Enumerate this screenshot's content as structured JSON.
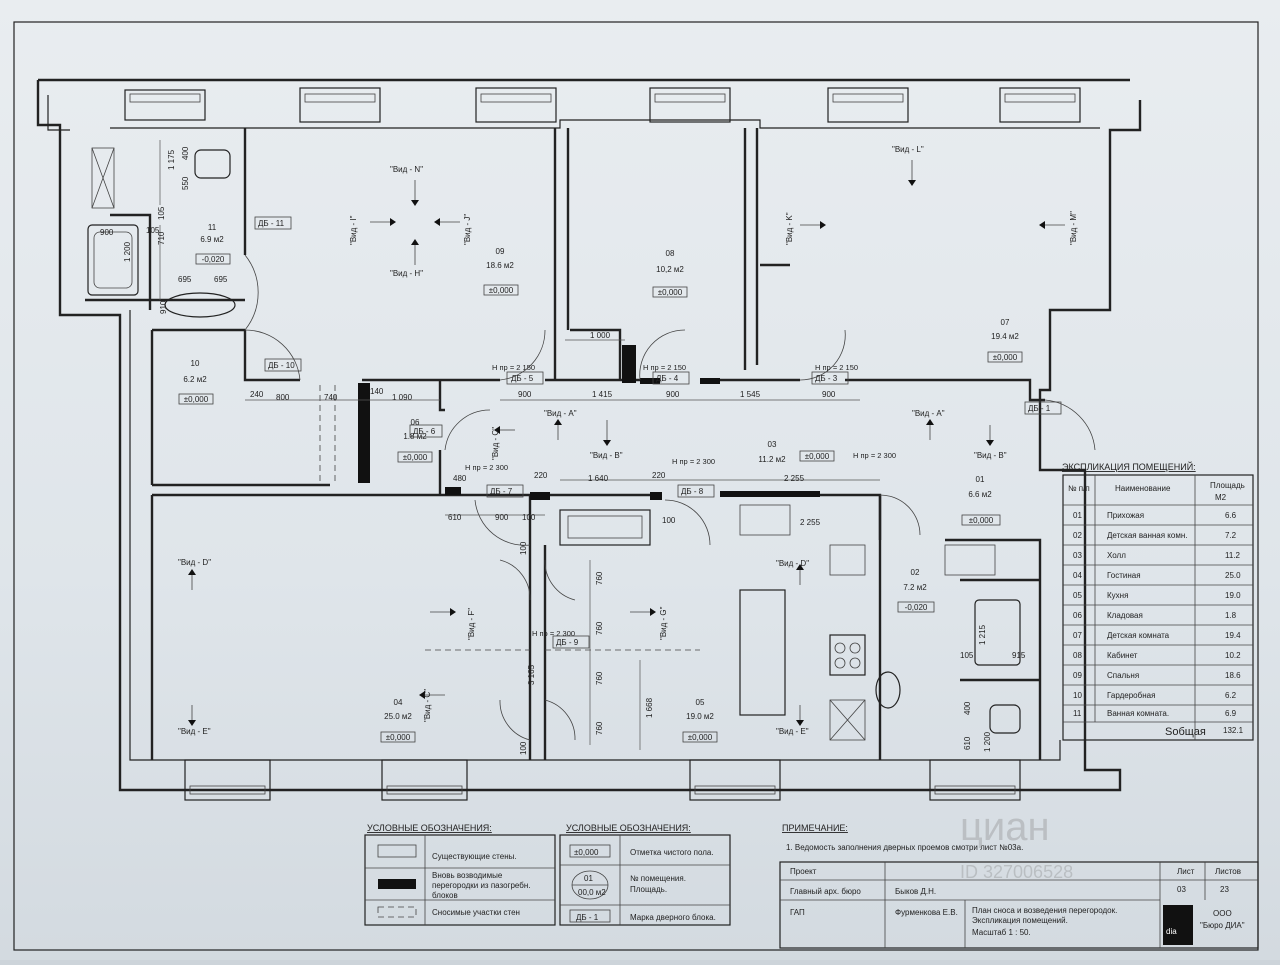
{
  "rooms": [
    {
      "num": "11",
      "area": "6.9 м2",
      "level": "-0,020"
    },
    {
      "num": "09",
      "area": "18.6 м2",
      "level": "±0,000"
    },
    {
      "num": "08",
      "area": "10,2 м2",
      "level": "±0,000"
    },
    {
      "num": "07",
      "area": "19.4 м2",
      "level": "±0,000"
    },
    {
      "num": "10",
      "area": "6.2 м2",
      "level": "±0,000"
    },
    {
      "num": "06",
      "area": "1.8 м2",
      "level": "±0,000"
    },
    {
      "num": "03",
      "area": "11.2 м2",
      "level": "±0,000"
    },
    {
      "num": "01",
      "area": "6.6 м2",
      "level": "±0,000"
    },
    {
      "num": "02",
      "area": "7.2 м2",
      "level": "-0,020"
    },
    {
      "num": "04",
      "area": "25.0 м2",
      "level": "±0,000"
    },
    {
      "num": "05",
      "area": "19.0 м2",
      "level": "±0,000"
    }
  ],
  "door_tags": [
    "ДБ - 11",
    "ДБ - 10",
    "ДБ - 5",
    "ДБ - 4",
    "ДБ - 3",
    "ДБ - 1",
    "ДБ - 6",
    "ДБ - 7",
    "ДБ - 8",
    "ДБ - 9"
  ],
  "openings": [
    "Н пр = 2 150",
    "Н пр = 2 150",
    "Н пр = 2 150",
    "Н пр = 2 300",
    "Н пр = 2 300",
    "Н пр = 2 300",
    "Н пр = 2 300"
  ],
  "views": [
    "\"Вид - N\"",
    "\"Вид - H\"",
    "\"Вид - I\"",
    "\"Вид - J\"",
    "\"Вид - L\"",
    "\"Вид - K\"",
    "\"Вид - M\"",
    "\"Вид - A\"",
    "\"Вид - B\"",
    "\"Вид - C\"",
    "\"Вид - A\"",
    "\"Вид - B\"",
    "\"Вид - D\"",
    "\"Вид - E\"",
    "\"Вид - D\"",
    "\"Вид - E\"",
    "\"Вид - F\"",
    "\"Вид - G\"",
    "\"Вид - C\""
  ],
  "dims": [
    "240",
    "800",
    "740",
    "140",
    "1 090",
    "900",
    "1 415",
    "900",
    "1 545",
    "900",
    "480",
    "220",
    "1 640",
    "220",
    "2 255",
    "610",
    "900",
    "100",
    "100",
    "2 255",
    "1 000",
    "760",
    "760",
    "760",
    "760",
    "3 165",
    "1 668",
    "100",
    "100",
    "1 175",
    "400",
    "550",
    "105",
    "105",
    "710",
    "900",
    "1 200",
    "695",
    "695",
    "910",
    "1 215",
    "105",
    "915",
    "400",
    "610",
    "1 200"
  ],
  "explication": {
    "title": "ЭКСПЛИКАЦИЯ ПОМЕЩЕНИЙ:",
    "headers": [
      "№ п/п",
      "Наименование",
      "Площадь",
      "М2"
    ],
    "rows": [
      {
        "n": "01",
        "name": "Прихожая",
        "area": "6.6"
      },
      {
        "n": "02",
        "name": "Детская ванная комн.",
        "area": "7.2"
      },
      {
        "n": "03",
        "name": "Холл",
        "area": "11.2"
      },
      {
        "n": "04",
        "name": "Гостиная",
        "area": "25.0"
      },
      {
        "n": "05",
        "name": "Кухня",
        "area": "19.0"
      },
      {
        "n": "06",
        "name": "Кладовая",
        "area": "1.8"
      },
      {
        "n": "07",
        "name": "Детская комната",
        "area": "19.4"
      },
      {
        "n": "08",
        "name": "Кабинет",
        "area": "10.2"
      },
      {
        "n": "09",
        "name": "Спальня",
        "area": "18.6"
      },
      {
        "n": "10",
        "name": "Гардеробная",
        "area": "6.2"
      },
      {
        "n": "11",
        "name": "Ванная комната.",
        "area": "6.9"
      }
    ],
    "total_label": "Sобщая",
    "total_value": "132.1"
  },
  "legend1": {
    "title": "УСЛОВНЫЕ ОБОЗНАЧЕНИЯ:",
    "items": [
      "Существующие стены.",
      "Вновь возводимые",
      "перегородки из пазогребн.",
      "блоков",
      "Сносимые участки стен"
    ]
  },
  "legend2": {
    "title": "УСЛОВНЫЕ ОБОЗНАЧЕНИЯ:",
    "level_symbol": "±0,000",
    "room_num_symbol": "01",
    "room_area_symbol": "00,0 м2",
    "door_symbol": "ДБ - 1",
    "items": [
      "Отметка чистого пола.",
      "№ помещения.",
      "Площадь.",
      "Марка дверного блока."
    ]
  },
  "note": {
    "title": "ПРИМЕЧАНИЕ:",
    "text": "1. Ведомость заполнения дверных проемов смотри лист №03а."
  },
  "title_block": {
    "project_label": "Проект",
    "sheet_label": "Лист",
    "sheets_label": "Листов",
    "chief_architect_label": "Главный арх. бюро",
    "chief_architect_name": "Быков Д.Н.",
    "sheet_no": "03",
    "sheets_total": "23",
    "gap_label": "ГАП",
    "gap_name": "Фурменкова Е.В.",
    "title_line1": "План сноса и возведения перегородок.",
    "title_line2": "Экспликация помещений.",
    "title_line3": "Масштаб 1 : 50.",
    "company_line1": "ООО",
    "company_line2": "\"Бюро ДИА\"",
    "logo": "dia"
  },
  "watermark": {
    "brand": "циан",
    "id": "ID 327006528"
  }
}
